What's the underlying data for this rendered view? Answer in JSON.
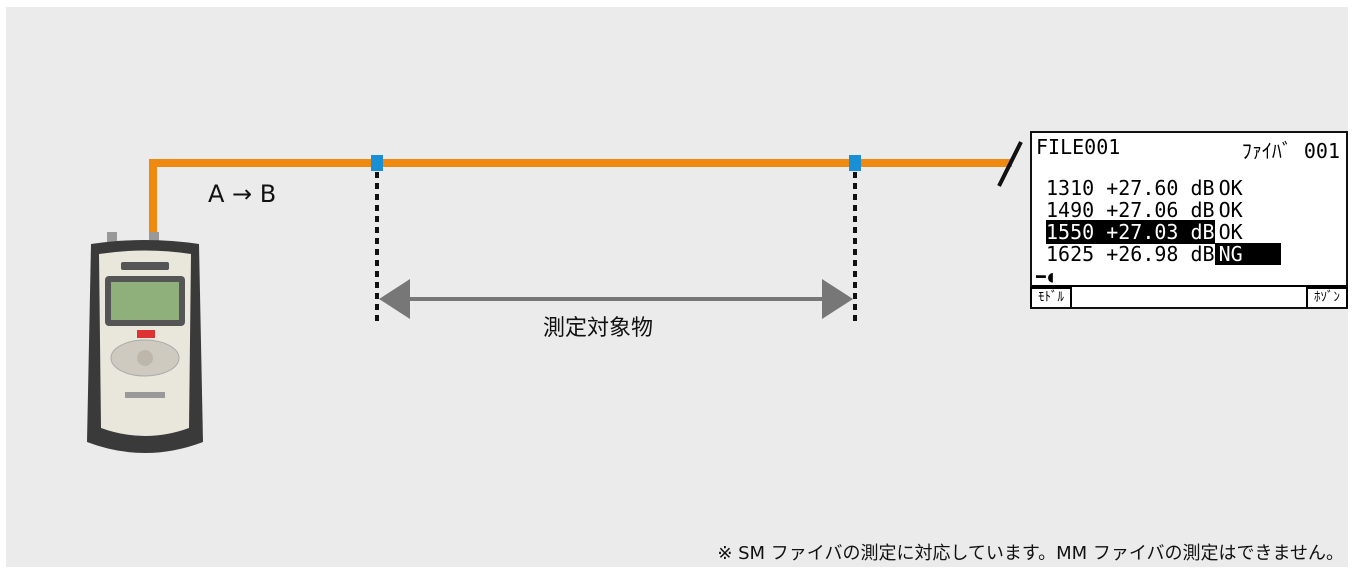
{
  "direction_label": "A → B",
  "dut_label": "測定対象物",
  "footnote": "※ SM ファイバの測定に対応しています。MM ファイバの測定はできません。",
  "colors": {
    "background": "#ebebeb",
    "fiber": "#ee8a10",
    "connector": "#1a8fd6",
    "arrow": "#777777"
  },
  "screen": {
    "title": "FILE001",
    "file_type": "ﾌｧｲﾊﾞ  001",
    "rows": [
      {
        "wavelength": "1310",
        "value": "+27.60",
        "unit": "dB",
        "result": "OK",
        "selected": false,
        "ng": false
      },
      {
        "wavelength": "1490",
        "value": "+27.06",
        "unit": "dB",
        "result": "OK",
        "selected": false,
        "ng": false
      },
      {
        "wavelength": "1550",
        "value": "+27.03",
        "unit": "dB",
        "result": "OK",
        "selected": true,
        "ng": false
      },
      {
        "wavelength": "1625",
        "value": "+26.98",
        "unit": "dB",
        "result": "NG",
        "selected": false,
        "ng": true
      }
    ],
    "plug_icon": "plug-icon",
    "softkey_left": "ﾓﾄﾞﾙ",
    "softkey_right": "ﾎｿﾞﾝ"
  }
}
